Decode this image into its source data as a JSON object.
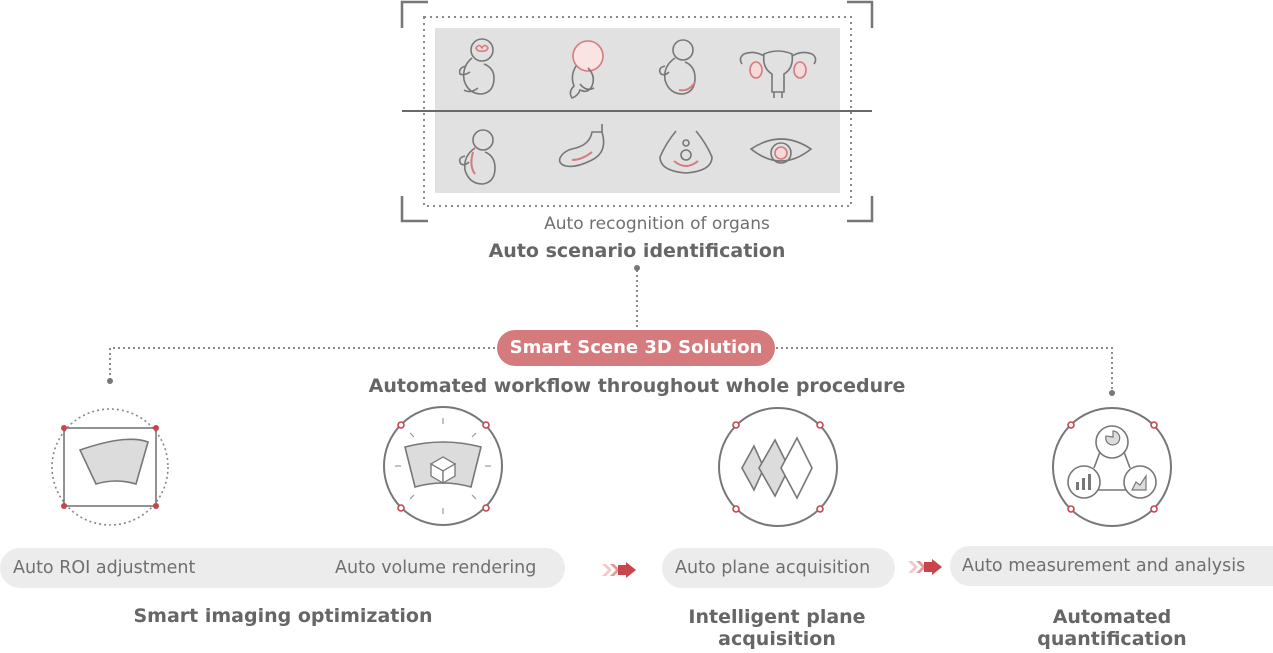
{
  "top_panel": {
    "organ_icons_row1": [
      "fetus-brain-icon",
      "fetus-head-icon",
      "fetus-body-icon",
      "uterus-ovaries-icon"
    ],
    "organ_icons_row2": [
      "fetus-spine-icon",
      "placenta-icon",
      "pelvic-floor-icon",
      "follicle-icon"
    ],
    "caption": "Auto recognition of organs",
    "title": "Auto scenario identification"
  },
  "solution": {
    "label": "Smart Scene 3D Solution",
    "subtitle": "Automated workflow throughout whole procedure"
  },
  "steps": [
    {
      "label": "Auto ROI adjustment",
      "icon": "roi-frame-icon"
    },
    {
      "label": "Auto volume rendering",
      "icon": "volume-cube-icon"
    },
    {
      "label": "Auto plane acquisition",
      "icon": "planes-icon"
    },
    {
      "label": "Auto measurement and analysis",
      "icon": "measurement-analysis-icon"
    }
  ],
  "categories": [
    {
      "label": "Smart imaging optimization"
    },
    {
      "label": "Intelligent plane\nacquisition"
    },
    {
      "label": "Automated\nquantification"
    }
  ],
  "colors": {
    "accent": "#d57a7d",
    "accent_dark": "#c9454c",
    "line": "#7a7a7a",
    "pill_bg": "#ececec",
    "panel_bg": "#e1e1e1"
  }
}
